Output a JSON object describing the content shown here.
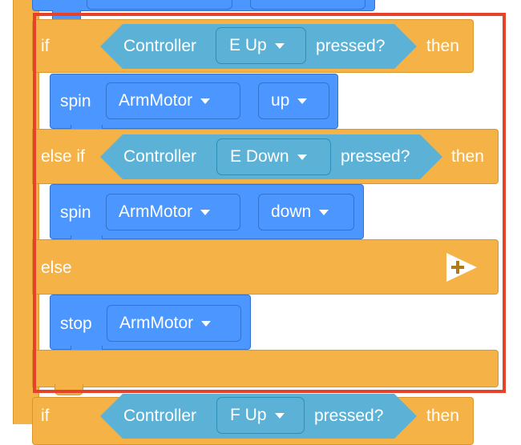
{
  "blocks": {
    "if_1": {
      "if_label": "if",
      "sensor_label": "Controller",
      "button": "E Up",
      "pressed_label": "pressed?",
      "then_label": "then",
      "spin_label": "spin",
      "motor": "ArmMotor",
      "direction": "up"
    },
    "else_if": {
      "label": "else if",
      "sensor_label": "Controller",
      "button": "E Down",
      "pressed_label": "pressed?",
      "then_label": "then",
      "spin_label": "spin",
      "motor": "ArmMotor",
      "direction": "down"
    },
    "else": {
      "label": "else",
      "stop_label": "stop",
      "motor": "ArmMotor"
    },
    "if_2": {
      "if_label": "if",
      "sensor_label": "Controller",
      "button": "F Up",
      "pressed_label": "pressed?",
      "then_label": "then"
    }
  },
  "colors": {
    "control": "#F4B247",
    "motion": "#4C97FF",
    "sensing": "#5CB1D6",
    "highlight": "#E8412A"
  }
}
